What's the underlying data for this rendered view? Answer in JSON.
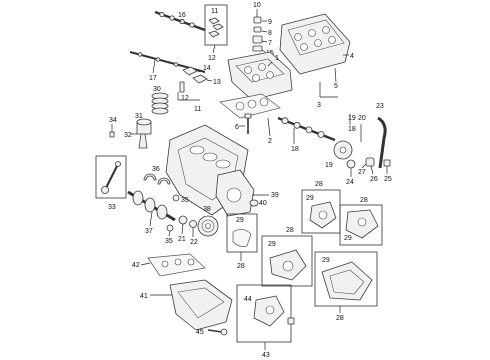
{
  "callouts": {
    "c1": "1",
    "c2": "2",
    "c3": "3",
    "c4": "4",
    "c5": "5",
    "c6": "6",
    "c7": "7",
    "c8": "8",
    "c9": "9",
    "c10": "10",
    "c11a": "11",
    "c11b": "11",
    "c12": "12",
    "c13": "13",
    "c14": "14",
    "c15": "15",
    "c16": "16",
    "c17": "17",
    "c18a": "18",
    "c18b": "18",
    "c19": "19",
    "c20": "20",
    "c21": "21",
    "c22": "22",
    "c23": "23",
    "c24": "24",
    "c25": "25",
    "c26": "26",
    "c27": "27",
    "c28a": "28",
    "c28b": "28",
    "c28c": "28",
    "c28d": "28",
    "c28e": "28",
    "c29a": "29",
    "c29b": "29",
    "c29c": "29",
    "c29d": "29",
    "c29e": "29",
    "c30": "30",
    "c31": "31",
    "c32": "32",
    "c33": "33",
    "c34": "34",
    "c35a": "35",
    "c35b": "35",
    "c36": "36",
    "c37": "37",
    "c38": "38",
    "c39": "39",
    "c40": "40",
    "c41": "41",
    "c42": "42",
    "c43": "43",
    "c44": "44",
    "c45": "45"
  }
}
